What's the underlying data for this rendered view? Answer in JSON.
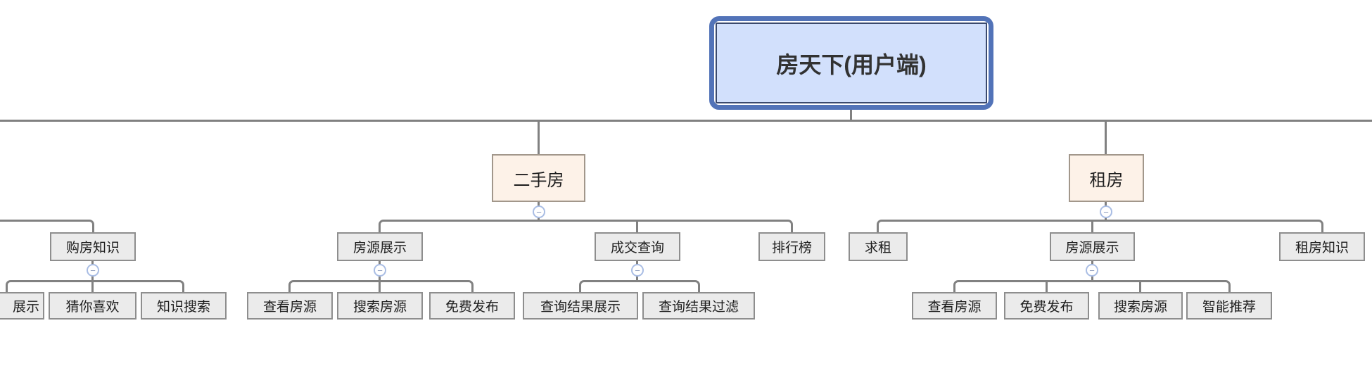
{
  "ui": {
    "collapse_glyph": "−"
  },
  "colors": {
    "root_fill": "#d2e0fc",
    "root_outer_border": "#5273b8",
    "root_inner_border": "#3b4a6e",
    "branch_fill": "#fdf2e8",
    "branch_border": "#a2978b",
    "node_fill": "#ebebeb",
    "node_border": "#8e8e8e",
    "connector": "#818181",
    "collapse_icon_border": "#a9bde4",
    "collapse_icon_glyph": "#8695ba",
    "text": "#1e1e1e"
  },
  "root": {
    "label": "房天下(用户端)"
  },
  "branches": {
    "knowledge": {
      "label": "购房知识",
      "children": [
        {
          "label": "展示"
        },
        {
          "label": "猜你喜欢"
        },
        {
          "label": "知识搜索"
        }
      ]
    },
    "second_hand": {
      "label": "二手房",
      "children": [
        {
          "label": "房源展示",
          "children": [
            {
              "label": "查看房源"
            },
            {
              "label": "搜索房源"
            },
            {
              "label": "免费发布"
            }
          ]
        },
        {
          "label": "成交查询",
          "children": [
            {
              "label": "查询结果展示"
            },
            {
              "label": "查询结果过滤"
            }
          ]
        },
        {
          "label": "排行榜"
        }
      ]
    },
    "rent": {
      "label": "租房",
      "children": [
        {
          "label": "求租"
        },
        {
          "label": "房源展示",
          "children": [
            {
              "label": "查看房源"
            },
            {
              "label": "免费发布"
            },
            {
              "label": "搜索房源"
            },
            {
              "label": "智能推荐"
            }
          ]
        },
        {
          "label": "租房知识"
        }
      ]
    }
  }
}
